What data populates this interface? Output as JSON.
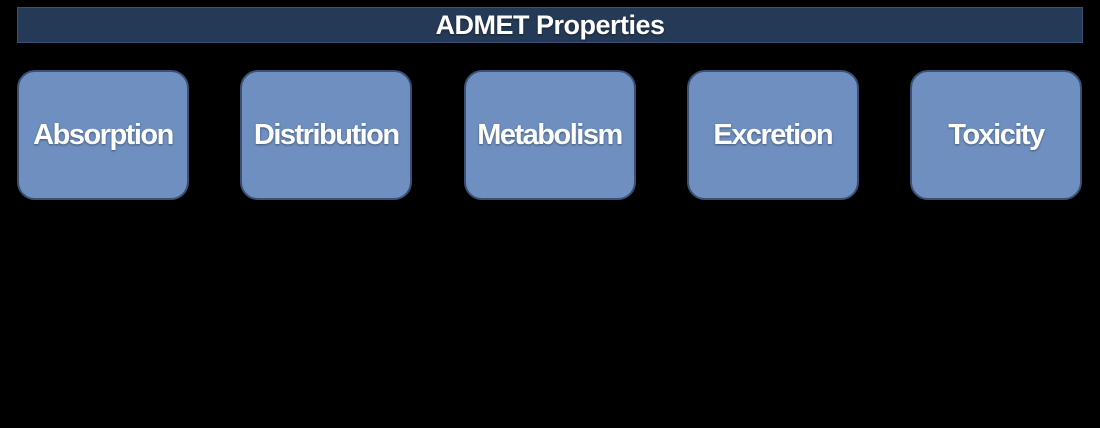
{
  "title_bar": {
    "title": "ADMET Properties"
  },
  "boxes": [
    {
      "label": "Absorption"
    },
    {
      "label": "Distribution"
    },
    {
      "label": "Metabolism"
    },
    {
      "label": "Excretion"
    },
    {
      "label": "Toxicity"
    }
  ],
  "colors": {
    "background": "#000000",
    "title_bar_bg": "#253a57",
    "title_bar_border": "#3a5175",
    "box_fill": "#6e8fc0",
    "box_border": "#3b5174",
    "text": "#ffffff"
  }
}
